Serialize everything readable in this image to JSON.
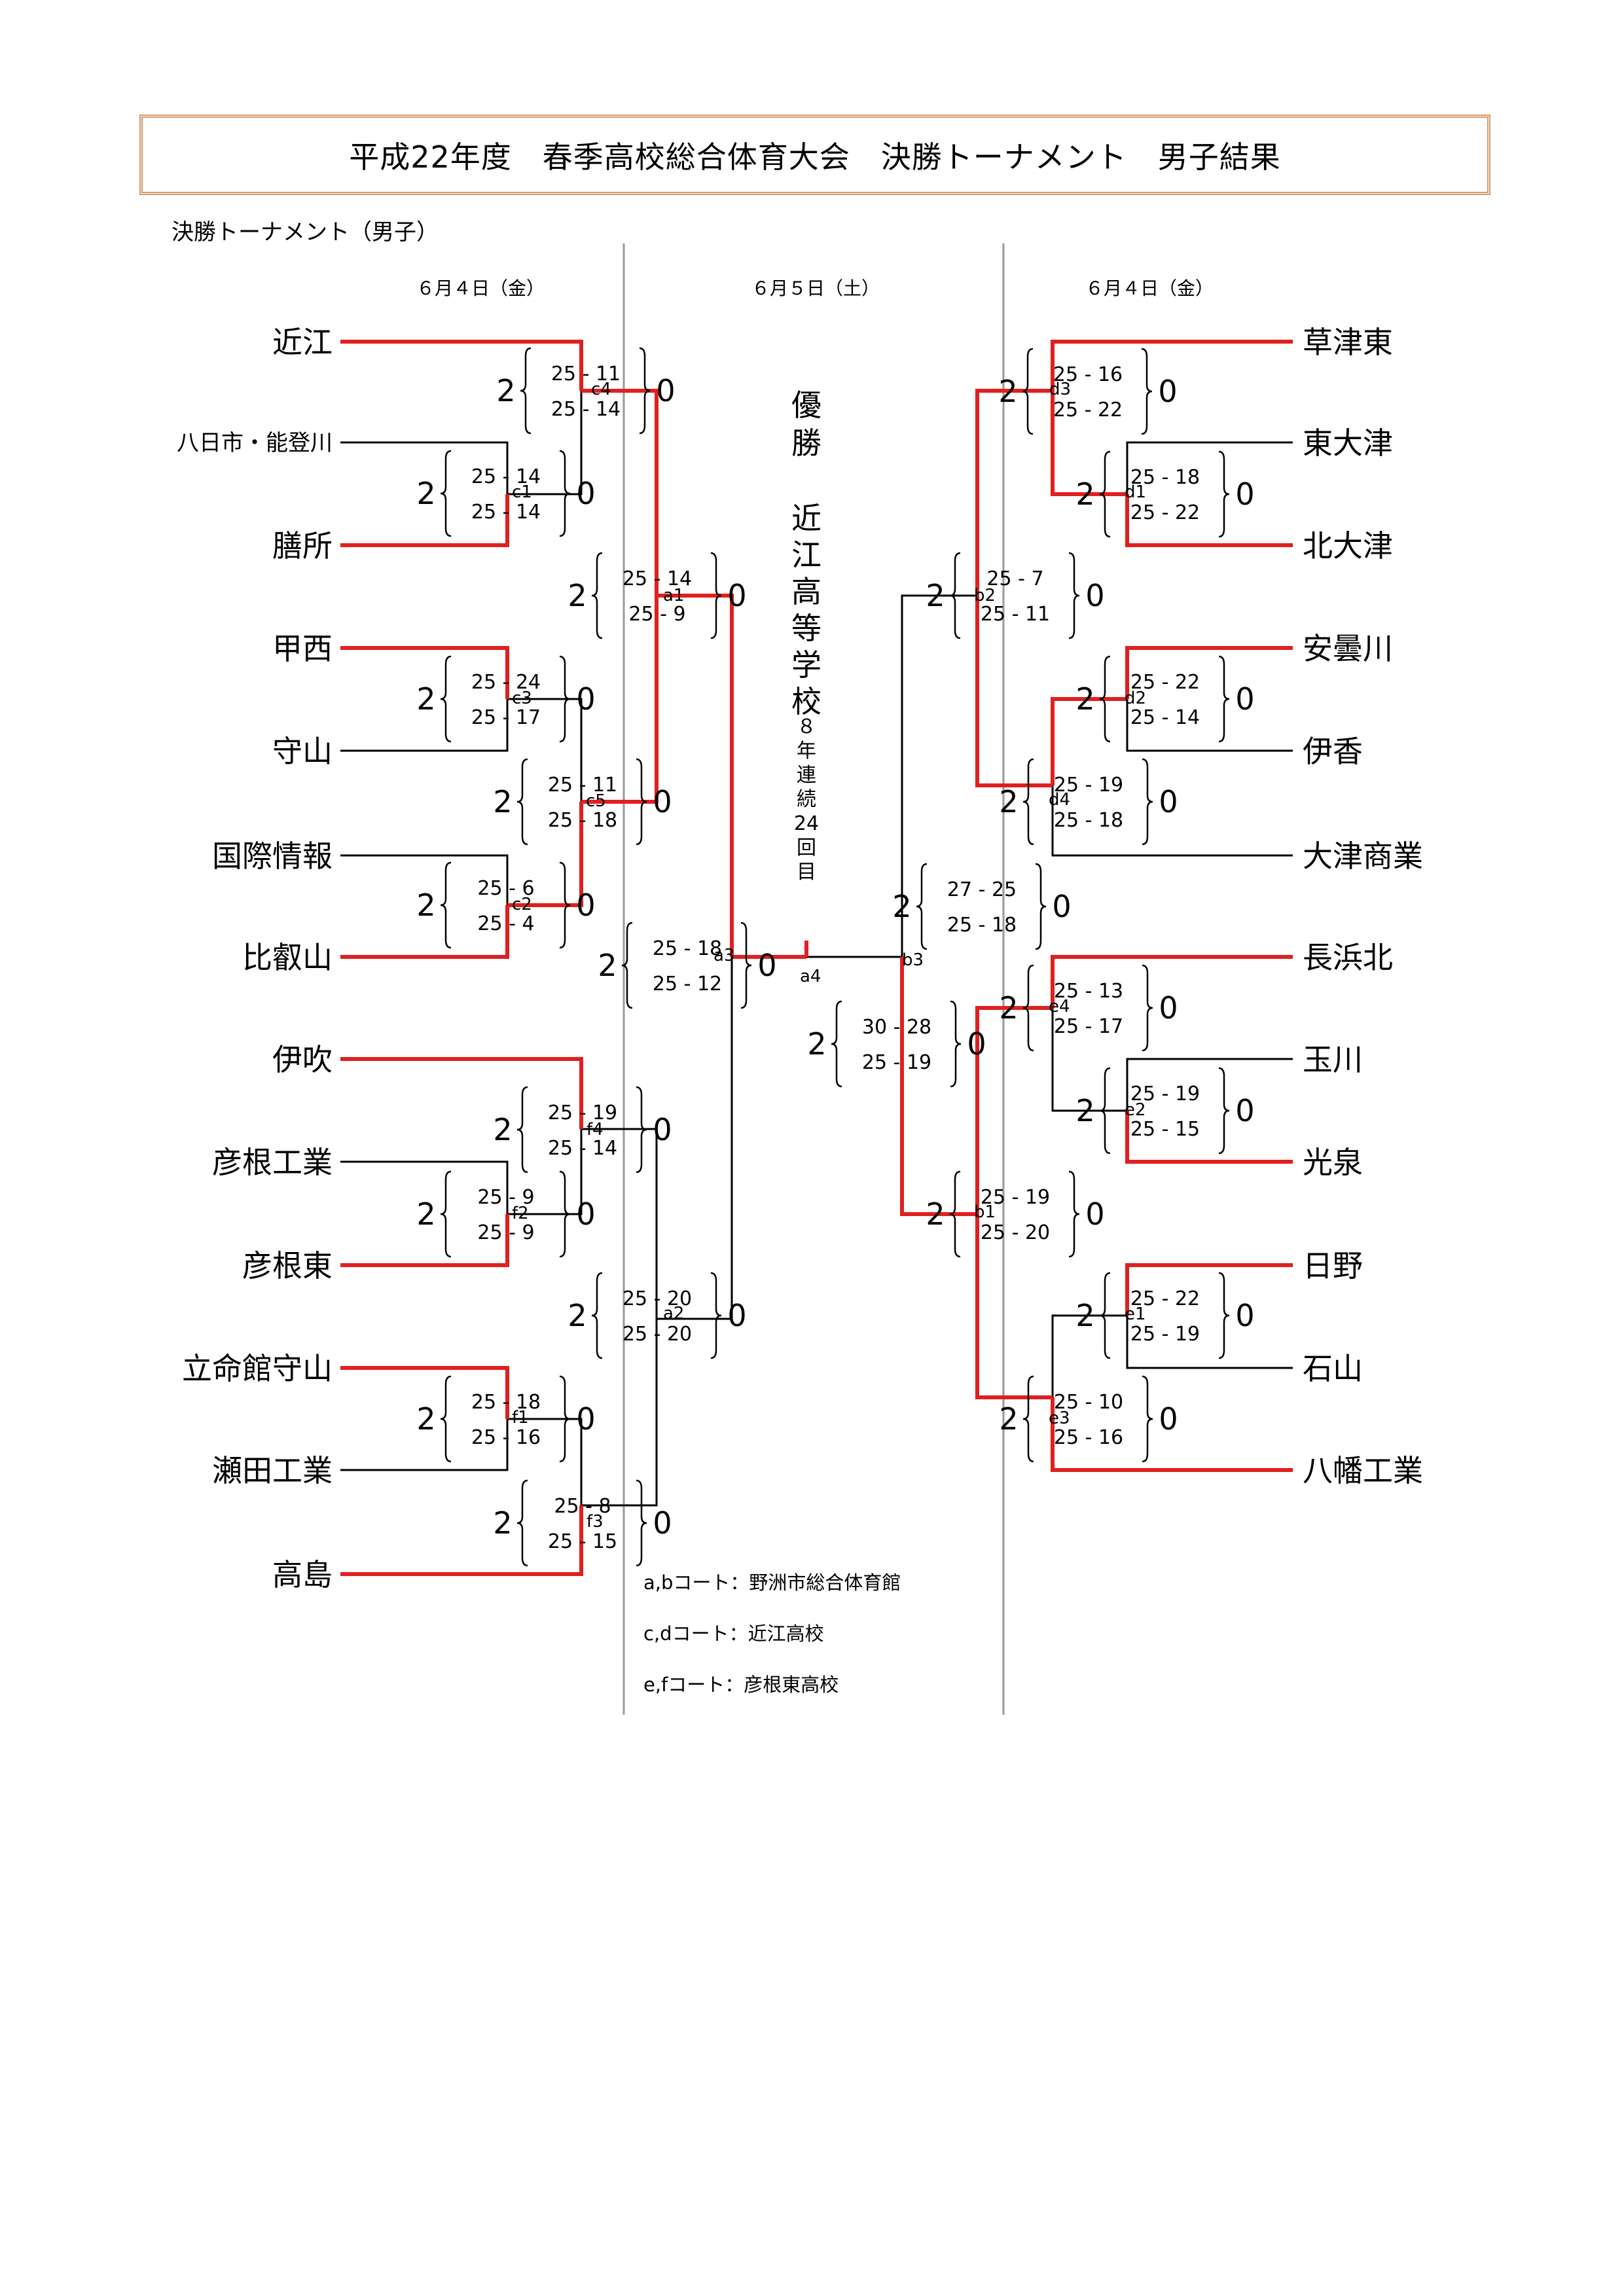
{
  "title": "平成22年度　春季高校総合体育大会　決勝トーナメント　男子結果",
  "section_label": "決勝トーナメント（男子）",
  "dates": {
    "left": "６月４日（金）",
    "center": "６月５日（土）",
    "right": "６月４日（金）"
  },
  "champion": {
    "label": "優勝",
    "school": "近江高等学校",
    "note": "８年連続24回目"
  },
  "colors": {
    "winner_line": "#e02020",
    "loser_line": "#000000",
    "divider": "#999999",
    "title_border": "#d49a6a"
  },
  "teams_left": [
    "近江",
    "八日市・能登川",
    "膳所",
    "甲西",
    "守山",
    "国際情報",
    "比叡山",
    "伊吹",
    "彦根工業",
    "彦根東",
    "立命館守山",
    "瀬田工業",
    "高島"
  ],
  "teams_right": [
    "草津東",
    "東大津",
    "北大津",
    "安曇川",
    "伊香",
    "大津商業",
    "長浜北",
    "玉川",
    "光泉",
    "日野",
    "石山",
    "八幡工業"
  ],
  "matches": [
    {
      "id": "c4",
      "score_a": "2",
      "score_b": "0",
      "sets": [
        "25 - 11",
        "25 - 14"
      ]
    },
    {
      "id": "c1",
      "score_a": "2",
      "score_b": "0",
      "sets": [
        "25 - 14",
        "25 - 14"
      ]
    },
    {
      "id": "a1",
      "score_a": "2",
      "score_b": "0",
      "sets": [
        "25 - 14",
        "25 -  9"
      ]
    },
    {
      "id": "c3",
      "score_a": "2",
      "score_b": "0",
      "sets": [
        "25 - 24",
        "25 - 17"
      ]
    },
    {
      "id": "c5",
      "score_a": "2",
      "score_b": "0",
      "sets": [
        "25 - 11",
        "25 - 18"
      ]
    },
    {
      "id": "c2",
      "score_a": "2",
      "score_b": "0",
      "sets": [
        "25 -  6",
        "25 -  4"
      ]
    },
    {
      "id": "a3",
      "score_a": "2",
      "score_b": "0",
      "sets": [
        "25 - 18",
        "25 - 12"
      ]
    },
    {
      "id": "f4",
      "score_a": "2",
      "score_b": "0",
      "sets": [
        "25 - 19",
        "25 - 14"
      ]
    },
    {
      "id": "f2",
      "score_a": "2",
      "score_b": "0",
      "sets": [
        "25 -  9",
        "25 -  9"
      ]
    },
    {
      "id": "a2",
      "score_a": "2",
      "score_b": "0",
      "sets": [
        "25 - 20",
        "25 - 20"
      ]
    },
    {
      "id": "f1",
      "score_a": "2",
      "score_b": "0",
      "sets": [
        "25 - 18",
        "25 - 16"
      ]
    },
    {
      "id": "f3",
      "score_a": "2",
      "score_b": "0",
      "sets": [
        "25 -  8",
        "25 - 15"
      ]
    },
    {
      "id": "a4",
      "score_a": "2",
      "score_b": "0",
      "sets": [
        "30 - 28",
        "25 - 19"
      ]
    },
    {
      "id": "d3",
      "score_a": "2",
      "score_b": "0",
      "sets": [
        "25 - 16",
        "25 - 22"
      ]
    },
    {
      "id": "d1",
      "score_a": "2",
      "score_b": "0",
      "sets": [
        "25 - 18",
        "25 - 22"
      ]
    },
    {
      "id": "b2",
      "score_a": "2",
      "score_b": "0",
      "sets": [
        "25 -  7",
        "25 - 11"
      ]
    },
    {
      "id": "d2",
      "score_a": "2",
      "score_b": "0",
      "sets": [
        "25 - 22",
        "25 - 14"
      ]
    },
    {
      "id": "d4",
      "score_a": "2",
      "score_b": "0",
      "sets": [
        "25 - 19",
        "25 - 18"
      ]
    },
    {
      "id": "b3",
      "score_a": "2",
      "score_b": "0",
      "sets": [
        "27 - 25",
        "25 - 18"
      ]
    },
    {
      "id": "e4",
      "score_a": "2",
      "score_b": "0",
      "sets": [
        "25 - 13",
        "25 - 17"
      ]
    },
    {
      "id": "e2",
      "score_a": "2",
      "score_b": "0",
      "sets": [
        "25 - 19",
        "25 - 15"
      ]
    },
    {
      "id": "b1",
      "score_a": "2",
      "score_b": "0",
      "sets": [
        "25 - 19",
        "25 - 20"
      ]
    },
    {
      "id": "e1",
      "score_a": "2",
      "score_b": "0",
      "sets": [
        "25 - 22",
        "25 - 19"
      ]
    },
    {
      "id": "e3",
      "score_a": "2",
      "score_b": "0",
      "sets": [
        "25 - 10",
        "25 - 16"
      ]
    }
  ],
  "courts": [
    "a,bコート：野洲市総合体育館",
    "c,dコート：近江高校",
    "e,fコート：彦根東高校"
  ]
}
